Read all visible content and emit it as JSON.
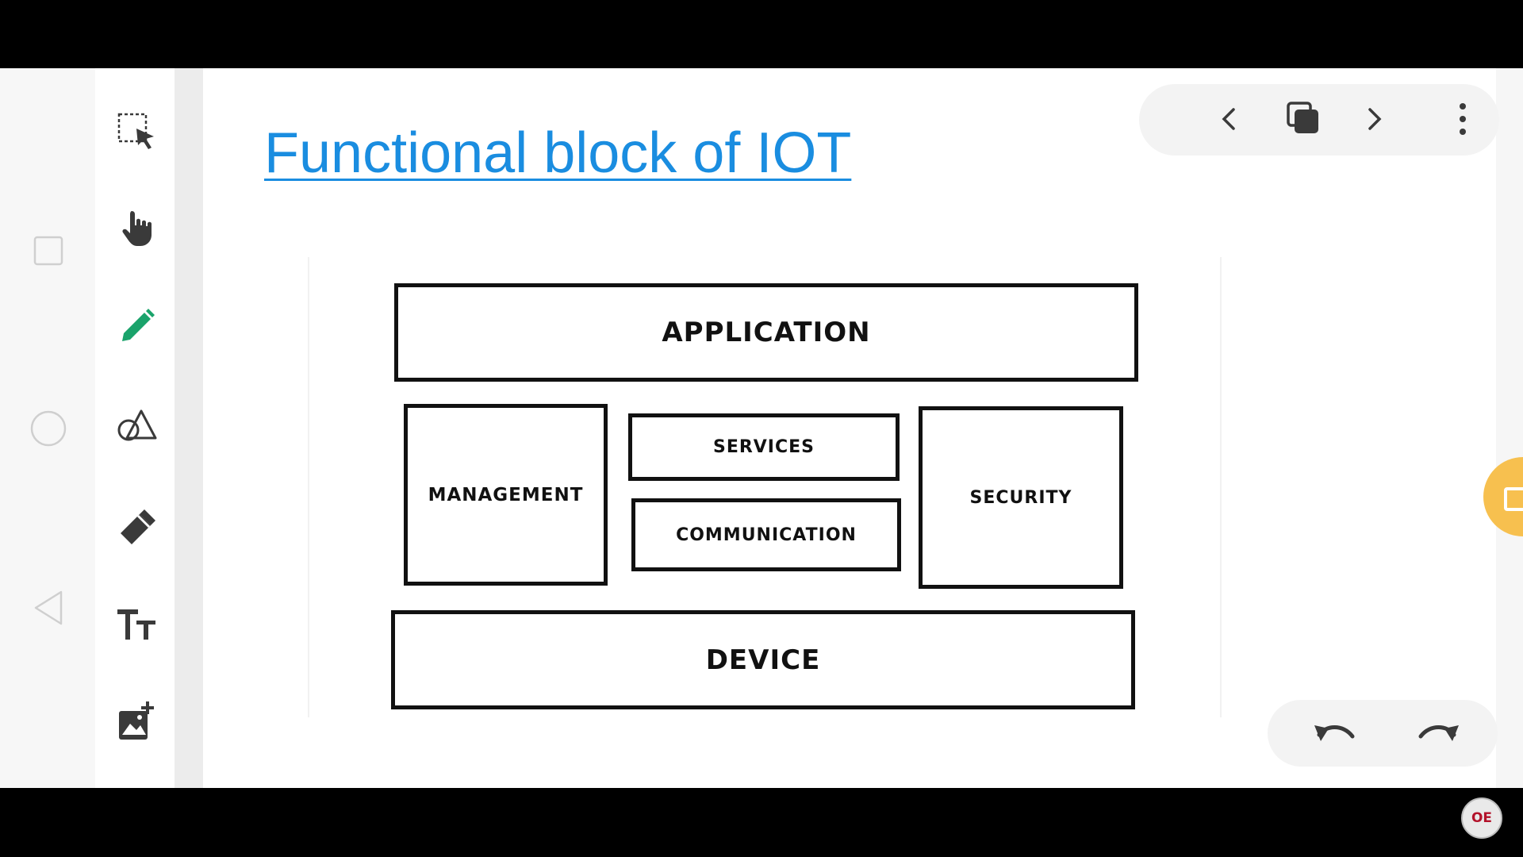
{
  "page": {
    "title": "Functional block of IOT"
  },
  "toolbar": {
    "tools": [
      "select-tool",
      "hand-tool",
      "pen-tool",
      "shapes-tool",
      "eraser-tool",
      "text-tool",
      "insert-image-tool"
    ],
    "active": "pen-tool",
    "accent": "#1aa36b"
  },
  "diagram": {
    "top": "APPLICATION",
    "left": "MANAGEMENT",
    "center_top": "SERVICES",
    "center_bottom": "COMMUNICATION",
    "right": "SECURITY",
    "bottom": "DEVICE"
  },
  "colors": {
    "title": "#1a8de0",
    "accent_tab": "#f7c04f"
  },
  "watermark": {
    "text": "OE"
  }
}
